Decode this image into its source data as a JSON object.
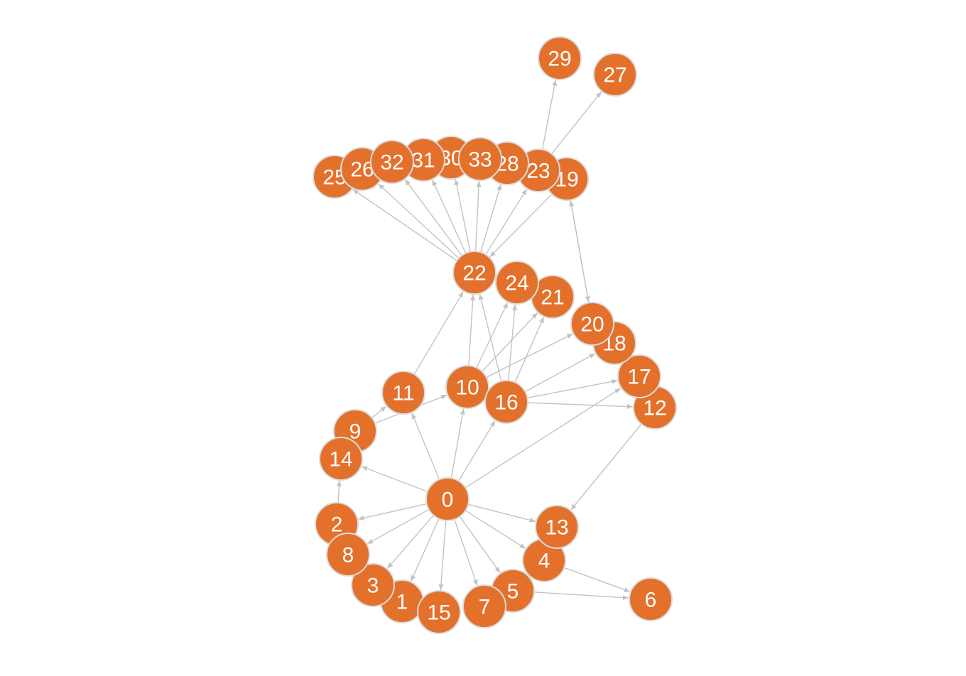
{
  "graph": {
    "node_color": "#e3712c",
    "node_border_color": "#dcdcdc",
    "edge_color": "#c3c3c3",
    "label_color": "#ffffff",
    "nodes": [
      "0",
      "1",
      "2",
      "3",
      "4",
      "5",
      "6",
      "7",
      "8",
      "9",
      "10",
      "11",
      "12",
      "13",
      "14",
      "15",
      "16",
      "17",
      "18",
      "19",
      "20",
      "21",
      "22",
      "23",
      "24",
      "25",
      "26",
      "27",
      "28",
      "29",
      "30",
      "31",
      "32",
      "33"
    ],
    "edges": [
      [
        "0",
        "1"
      ],
      [
        "0",
        "2"
      ],
      [
        "0",
        "3"
      ],
      [
        "0",
        "4"
      ],
      [
        "0",
        "5"
      ],
      [
        "0",
        "7"
      ],
      [
        "0",
        "8"
      ],
      [
        "0",
        "10"
      ],
      [
        "0",
        "11"
      ],
      [
        "0",
        "13"
      ],
      [
        "0",
        "14"
      ],
      [
        "0",
        "15"
      ],
      [
        "0",
        "16"
      ],
      [
        "0",
        "17"
      ],
      [
        "2",
        "14"
      ],
      [
        "4",
        "6"
      ],
      [
        "5",
        "6"
      ],
      [
        "9",
        "11"
      ],
      [
        "9",
        "10"
      ],
      [
        "10",
        "20"
      ],
      [
        "10",
        "21"
      ],
      [
        "10",
        "22"
      ],
      [
        "10",
        "24"
      ],
      [
        "11",
        "22"
      ],
      [
        "12",
        "13"
      ],
      [
        "16",
        "12"
      ],
      [
        "16",
        "17"
      ],
      [
        "16",
        "18"
      ],
      [
        "16",
        "21"
      ],
      [
        "16",
        "22"
      ],
      [
        "16",
        "24"
      ],
      [
        "19",
        "20"
      ],
      [
        "20",
        "19"
      ],
      [
        "19",
        "22"
      ],
      [
        "22",
        "23"
      ],
      [
        "22",
        "25"
      ],
      [
        "22",
        "26"
      ],
      [
        "22",
        "28"
      ],
      [
        "22",
        "30"
      ],
      [
        "22",
        "31"
      ],
      [
        "22",
        "32"
      ],
      [
        "22",
        "33"
      ],
      [
        "23",
        "27"
      ],
      [
        "23",
        "29"
      ]
    ]
  }
}
